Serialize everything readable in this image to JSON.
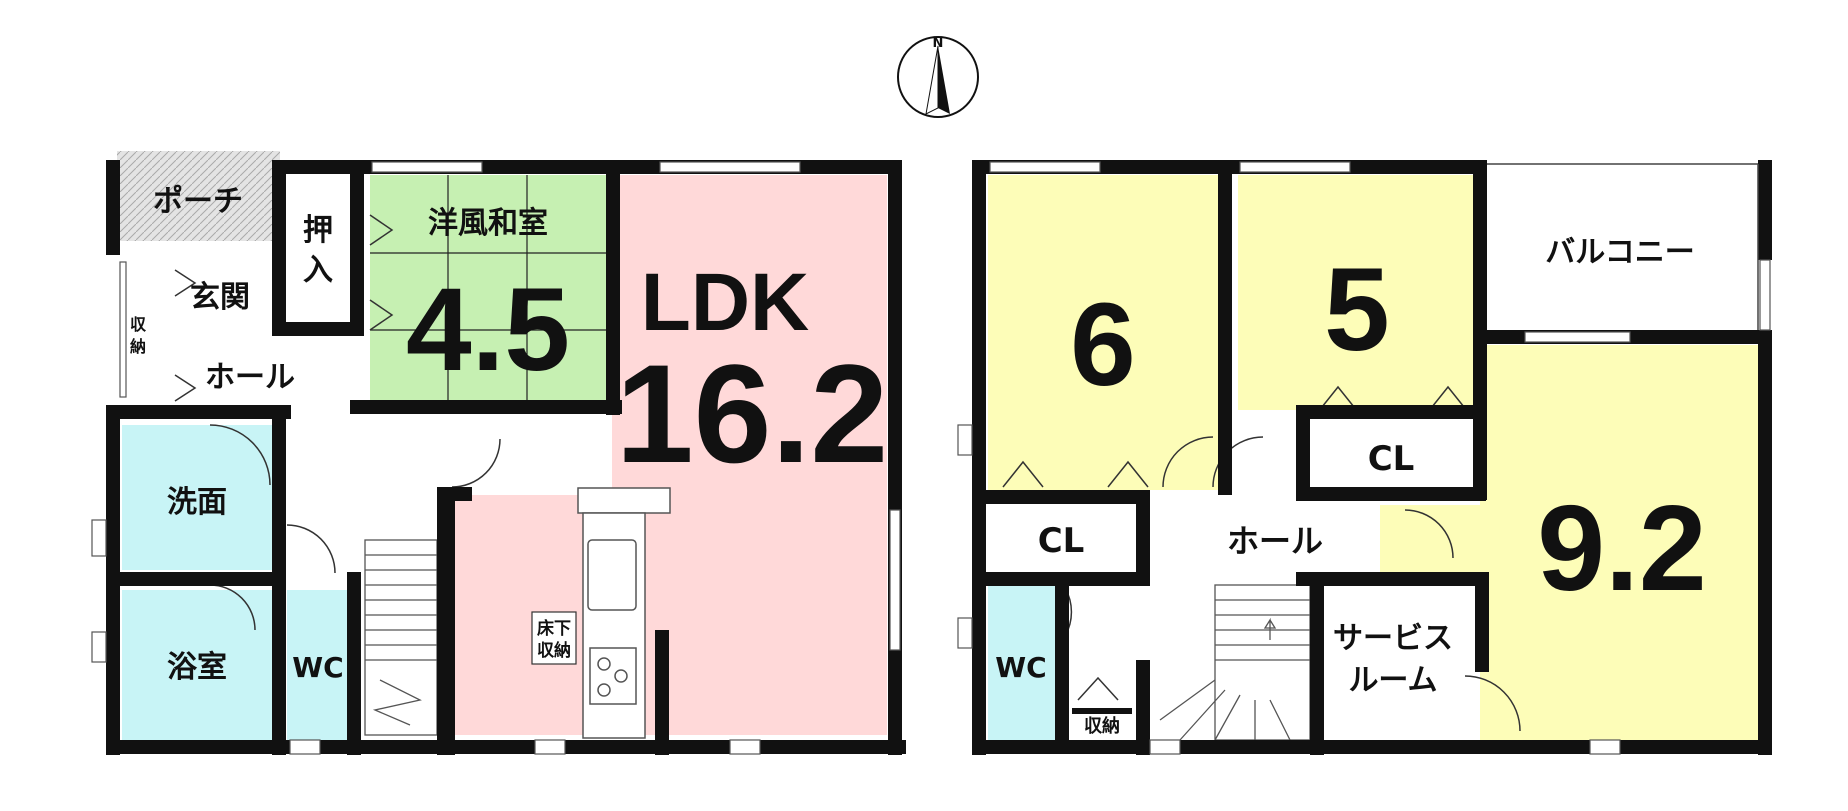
{
  "compass": {
    "north": "N"
  },
  "floor1": {
    "porch": "ポーチ",
    "entrance": "玄関",
    "storage_small_1": "収",
    "storage_small_2": "納",
    "hall": "ホール",
    "closet_a": "押",
    "closet_b": "入",
    "washroom": "洗面",
    "bath": "浴室",
    "wc": "WC",
    "japanese_room": "洋風和室",
    "japanese_room_size": "4.5",
    "ldk": "LDK",
    "ldk_size": "16.2",
    "underfloor_1": "床下",
    "underfloor_2": "収納"
  },
  "floor2": {
    "room_a_size": "6",
    "room_b_size": "5",
    "balcony": "バルコニー",
    "cl_1": "CL",
    "cl_2": "CL",
    "hall": "ホール",
    "room_c_size": "9.2",
    "service_1": "サービス",
    "service_2": "ルーム",
    "wc": "WC",
    "storage": "収納"
  },
  "colors": {
    "wall": "#111111",
    "japanese": "#c6f0b2",
    "ldk": "#ffd9d9",
    "wet": "#c8f4f6",
    "bedroom": "#fdfdb8",
    "porch": "#d0d0d0"
  }
}
